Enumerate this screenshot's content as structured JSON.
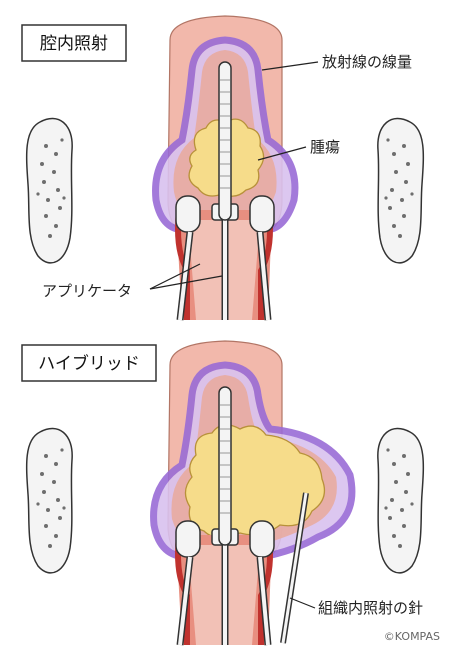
{
  "panels": {
    "top": {
      "title": "腔内照射",
      "labels": {
        "dose": "放射線の線量",
        "tumor": "腫瘍",
        "applicator": "アプリケータ"
      }
    },
    "bottom": {
      "title": "ハイブリッド",
      "labels": {
        "needle": "組織内照射の針"
      }
    }
  },
  "credit": "©KOMPAS",
  "colors": {
    "uterus_outer": "#f2b8ab",
    "uterus_inner": "#e88f80",
    "dose_ring": "#9a6cd6",
    "dose_fill": "#d9c2ef",
    "tumor": "#f6dc8a",
    "vaginal_wall": "#c0322e",
    "bone": "#f4f4f4"
  }
}
